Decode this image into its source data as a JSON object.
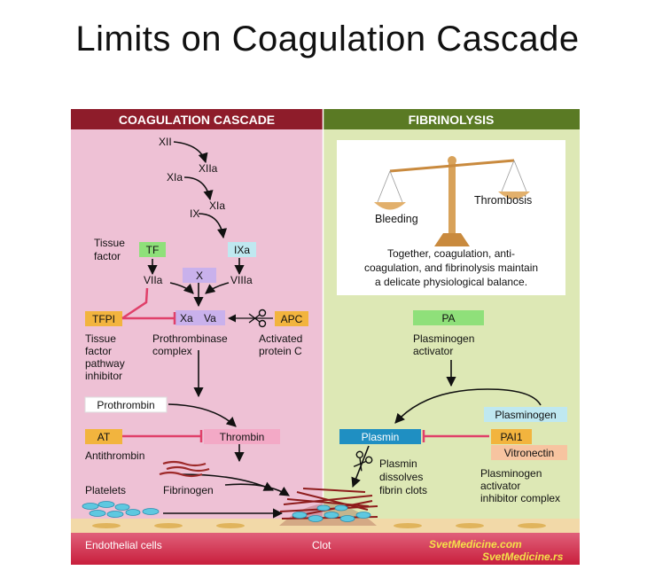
{
  "slide": {
    "title": "Limits on Coagulation Cascade"
  },
  "headers": {
    "left": "COAGULATION CASCADE",
    "right": "FIBRINOLYSIS"
  },
  "cascade": {
    "xii": "XII",
    "xiia": "XIIa",
    "xia_in": "XIa",
    "xia_out": "XIa",
    "ix": "IX",
    "ixa": "IXa",
    "tissue_factor_1": "Tissue",
    "tissue_factor_2": "factor",
    "tf": "TF",
    "x": "X",
    "viia": "VIIa",
    "viiia": "VIIIa",
    "xa": "Xa",
    "va": "Va",
    "tfpi": "TFPI",
    "apc": "APC",
    "tfpi_desc": [
      "Tissue",
      "factor",
      "pathway",
      "inhibitor"
    ],
    "prothrombinase": [
      "Prothrombinase",
      "complex"
    ],
    "apc_desc": [
      "Activated",
      "protein C"
    ],
    "prothrombin": "Prothrombin",
    "thrombin": "Thrombin",
    "at": "AT",
    "antithrombin": "Antithrombin",
    "platelets": "Platelets",
    "fibrinogen": "Fibrinogen"
  },
  "fibrinolysis": {
    "scale_bleeding": "Bleeding",
    "scale_thrombosis": "Thrombosis",
    "balance_text": [
      "Together, coagulation, anti-",
      "coagulation, and fibrinolysis maintain",
      "a delicate physiological balance."
    ],
    "pa": "PA",
    "pa_desc": [
      "Plasminogen",
      "activator"
    ],
    "plasminogen": "Plasminogen",
    "plasmin": "Plasmin",
    "pai1": "PAI1",
    "vitronectin": "Vitronectin",
    "plasmin_desc": [
      "Plasmin",
      "dissolves",
      "fibrin clots"
    ],
    "pai_desc": [
      "Plasminogen",
      "activator",
      "inhibitor complex"
    ]
  },
  "bottom": {
    "endothelial": "Endothelial cells",
    "clot": "Clot",
    "watermark_1": "SvetMedicine.com",
    "watermark_2": "SvetMedicine.rs"
  },
  "colors": {
    "left_bg": "#eec1d5",
    "right_bg": "#dde8b5",
    "left_header": "#8e1c2a",
    "right_header": "#5a7a24",
    "green_box": "#8fe07a",
    "cyan_box": "#bfe8f0",
    "purple_box": "#c9b1ec",
    "orange_box": "#f2b43e",
    "pink_box": "#f3a9c6",
    "plasmin_box": "#1f8fc2",
    "salmon_box": "#f7c4a0",
    "inhibit_red": "#e0406a"
  }
}
